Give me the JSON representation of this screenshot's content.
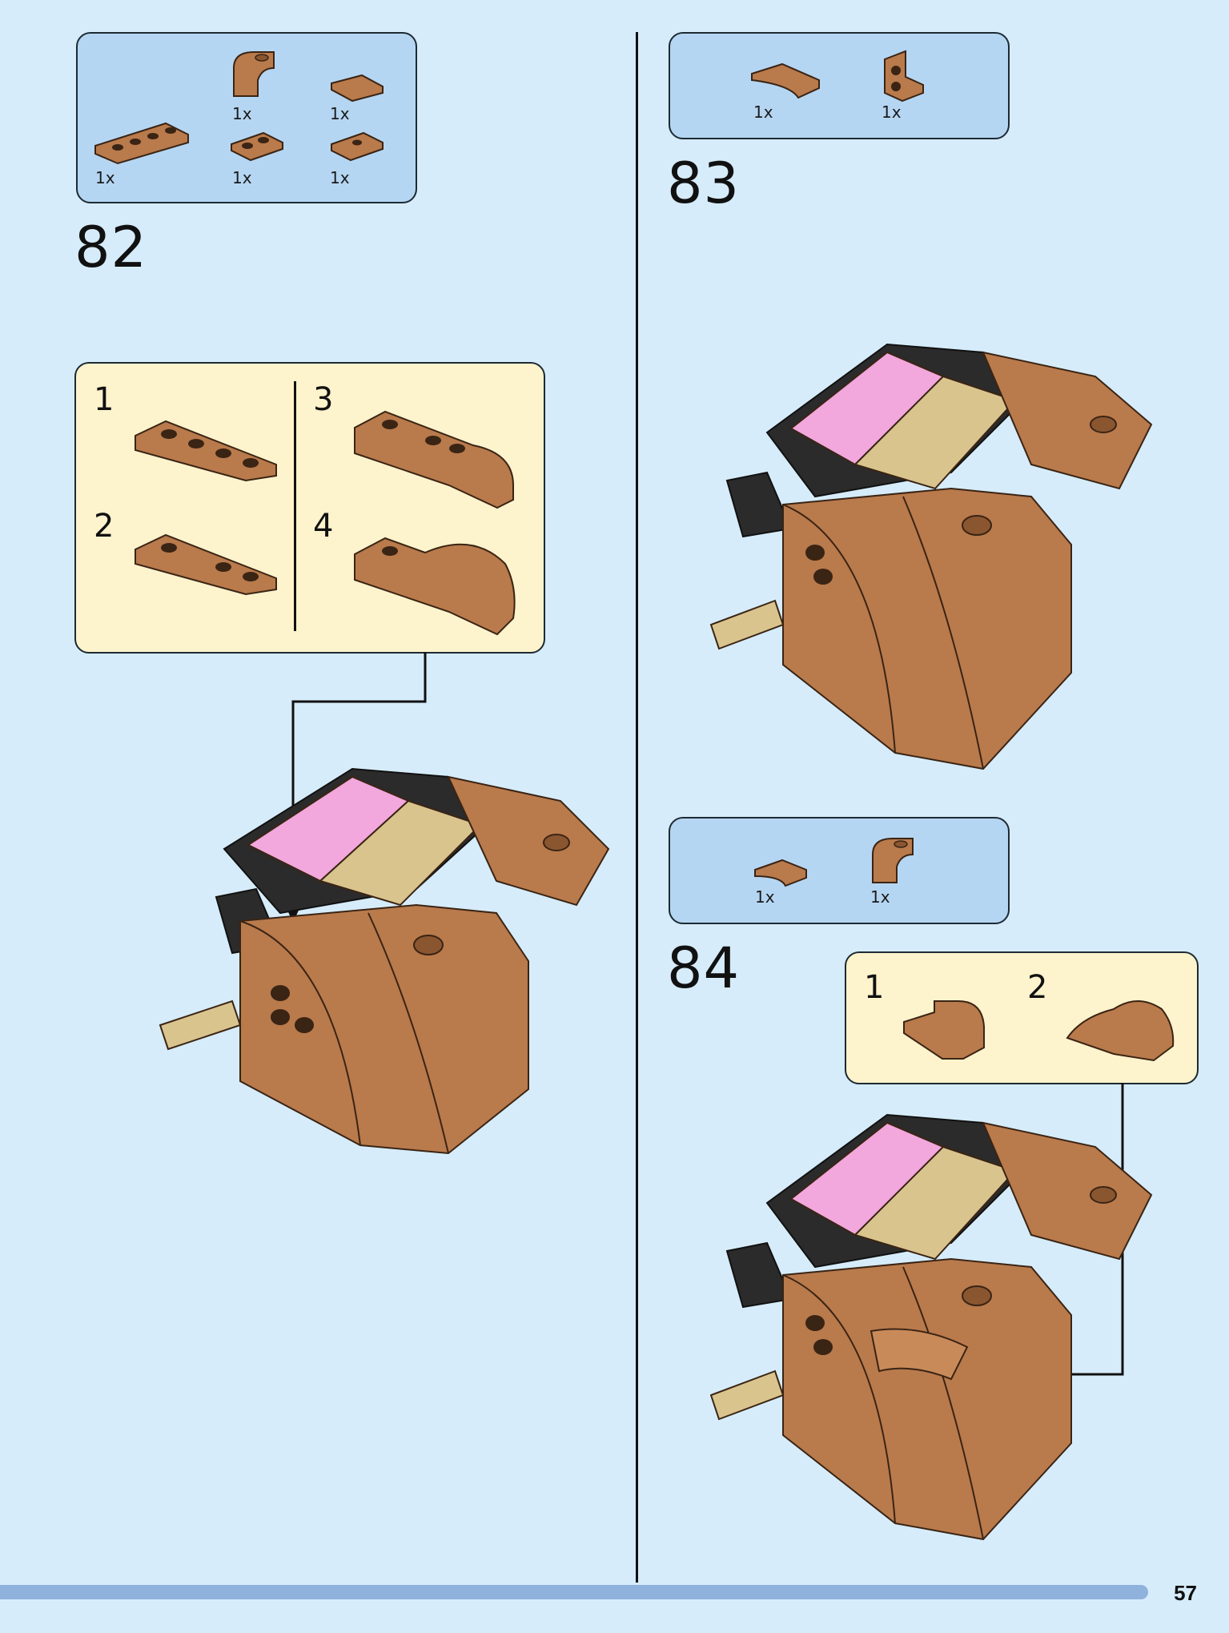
{
  "colors": {
    "background": "#d6ecfa",
    "parts_box": "#b5d6f2",
    "sub_box": "#fdf3cc",
    "brown": "#b97a4c",
    "brown_dark": "#8a5630",
    "tan": "#d9c48e",
    "pink": "#f2a7dd",
    "black": "#2b2b2b"
  },
  "steps": [
    {
      "number": "82",
      "parts": [
        {
          "qty": "1x",
          "icon": "brown-curved-slope-icon"
        },
        {
          "qty": "1x",
          "icon": "brown-wedge-plate-icon"
        },
        {
          "qty": "1x",
          "icon": "brown-1x4-plate-icon"
        },
        {
          "qty": "1x",
          "icon": "brown-1x2-plate-icon"
        },
        {
          "qty": "1x",
          "icon": "brown-jumper-plate-icon"
        }
      ],
      "substeps": [
        "1",
        "2",
        "3",
        "4"
      ]
    },
    {
      "number": "83",
      "parts": [
        {
          "qty": "1x",
          "icon": "brown-curved-slope-icon"
        },
        {
          "qty": "1x",
          "icon": "brown-bracket-icon"
        }
      ]
    },
    {
      "number": "84",
      "parts": [
        {
          "qty": "1x",
          "icon": "brown-small-slope-icon"
        },
        {
          "qty": "1x",
          "icon": "brown-curved-slope-icon"
        }
      ],
      "substeps": [
        "1",
        "2"
      ]
    }
  ],
  "page_number": "57"
}
